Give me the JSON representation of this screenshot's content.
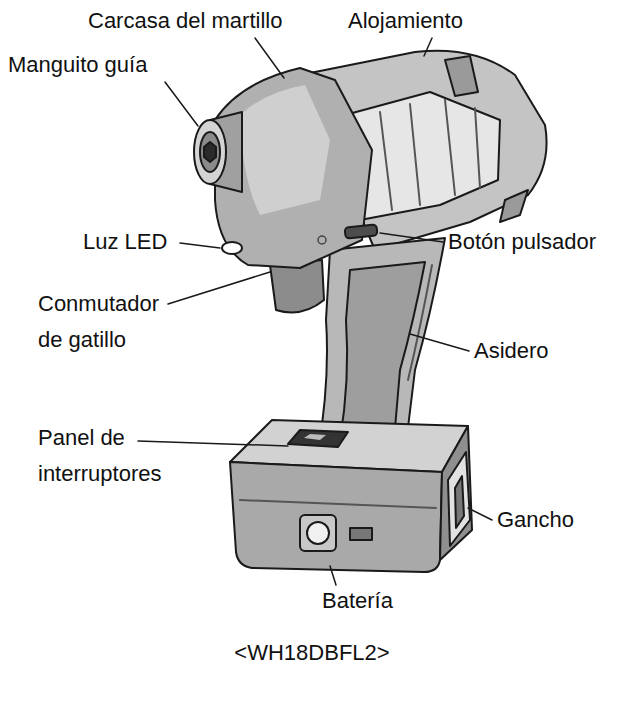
{
  "diagram": {
    "caption": "<WH18DBFL2>",
    "labels": [
      "Carcasa del martillo",
      "Alojamiento",
      "Manguito guía",
      "Luz LED",
      "Botón pulsador",
      "Conmutador de gatillo",
      "Asidero",
      "Panel de interruptores",
      "Gancho",
      "Batería"
    ]
  }
}
